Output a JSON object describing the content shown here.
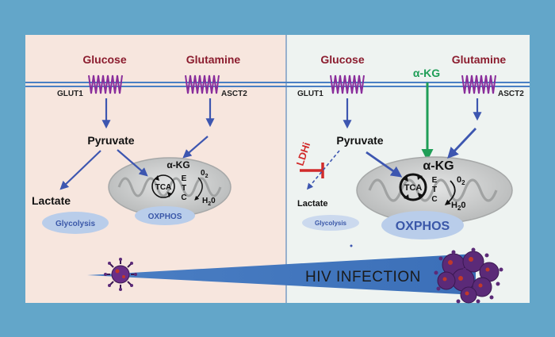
{
  "left_panel": {
    "glucose": "Glucose",
    "glutamine": "Glutamine",
    "glut1": "GLUT1",
    "asct2": "ASCT2",
    "pyruvate": "Pyruvate",
    "lactate": "Lactate",
    "akg": "α-KG",
    "tca": "TCA",
    "etc": [
      "E",
      "T",
      "C"
    ],
    "o2": "0",
    "o2_sub": "2",
    "h2o_pre": "H",
    "h2o_sub": "2",
    "h2o_post": "0",
    "glycolysis": "Glycolysis",
    "oxphos": "OXPHOS"
  },
  "right_panel": {
    "glucose": "Glucose",
    "glutamine": "Glutamine",
    "glut1": "GLUT1",
    "asct2": "ASCT2",
    "akg_top": "α-KG",
    "ldhi": "LDHi",
    "pyruvate": "Pyruvate",
    "lactate": "Lactate",
    "akg": "α-KG",
    "tca": "TCA",
    "etc": [
      "E",
      "T",
      "C"
    ],
    "o2": "0",
    "o2_sub": "2",
    "h2o_pre": "H",
    "h2o_sub": "2",
    "h2o_post": "0",
    "glycolysis": "Glycolysis",
    "oxphos": "OXPHOS"
  },
  "bottom": {
    "hiv_infection": "HIV INFECTION"
  },
  "colors": {
    "frame": "#63a6c9",
    "left_bg": "#f7e6de",
    "right_bg": "#eef3f1",
    "membrane": "#4a80c4",
    "transporter": "#8a2e9b",
    "substrate_label": "#8b1c2e",
    "arrow": "#3d56b0",
    "akg_green": "#1f9e57",
    "inhibitor": "#d12b2b",
    "oval": "#b9cdea",
    "mitochondria": "#c7c9c9",
    "virus": "#5b2a78"
  }
}
